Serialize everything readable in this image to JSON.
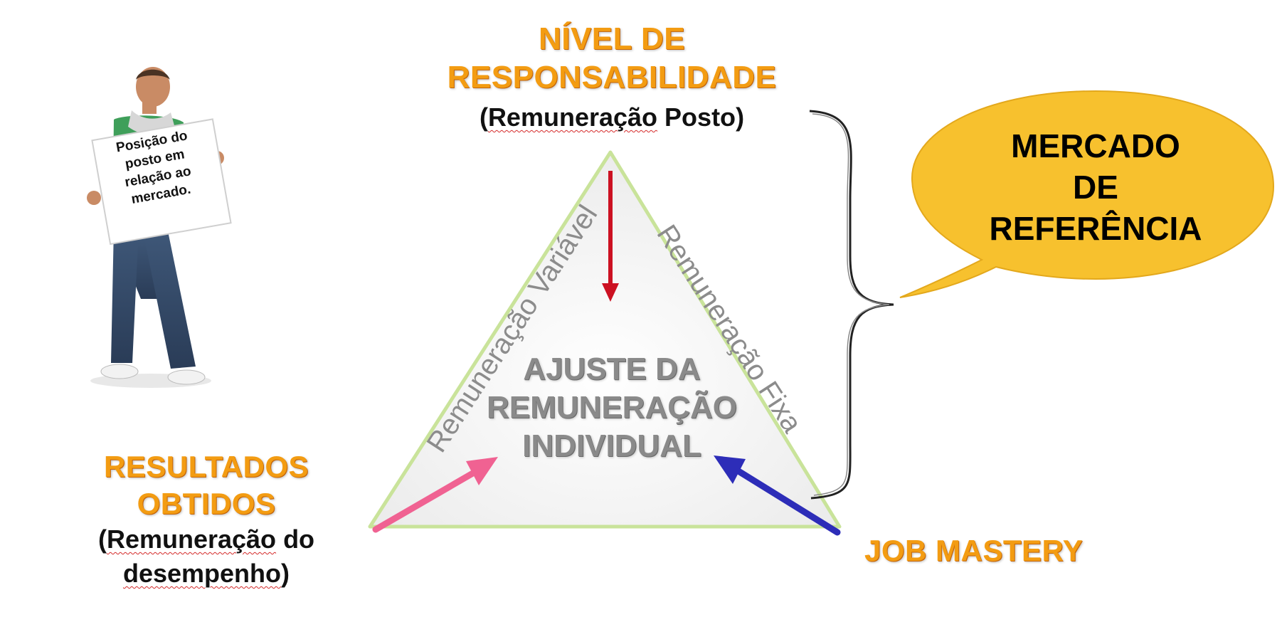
{
  "top_label": {
    "line1": "NÍVEL DE",
    "line2": "RESPONSABILIDADE",
    "sub_prefix": "(",
    "sub_word1": "Remuneração",
    "sub_mid": " Posto",
    "sub_suffix": ")"
  },
  "left_label": {
    "line1": "RESULTADOS",
    "line2": "OBTIDOS",
    "sub_line1_prefix": "(",
    "sub_line1_word": "Remuneração",
    "sub_line1_rest": " do",
    "sub_line2_word": "desempenho",
    "sub_line2_suffix": ")"
  },
  "right_label": {
    "text": "JOB MASTERY"
  },
  "center": {
    "line1": "AJUSTE DA",
    "line2": "REMUNERAÇÃO",
    "line3": "INDIVIDUAL"
  },
  "side_labels": {
    "left": "Remuneração Variável",
    "right": "Remuneração Fixa"
  },
  "bubble": {
    "line1": "MERCADO",
    "line2": "DE",
    "line3": "REFERÊNCIA",
    "fill_color": "#f7c12e"
  },
  "sign": {
    "line1": "Posição do",
    "line2": "posto em",
    "line3": "relação ao",
    "line4": "mercado."
  },
  "colors": {
    "orange_text": "#f39c12",
    "triangle_border": "#c9e39a",
    "arrow_top": "#cc1122",
    "arrow_left": "#f06292",
    "arrow_right": "#2d2db8"
  },
  "icons": {
    "person": "person-holding-sign-icon"
  }
}
